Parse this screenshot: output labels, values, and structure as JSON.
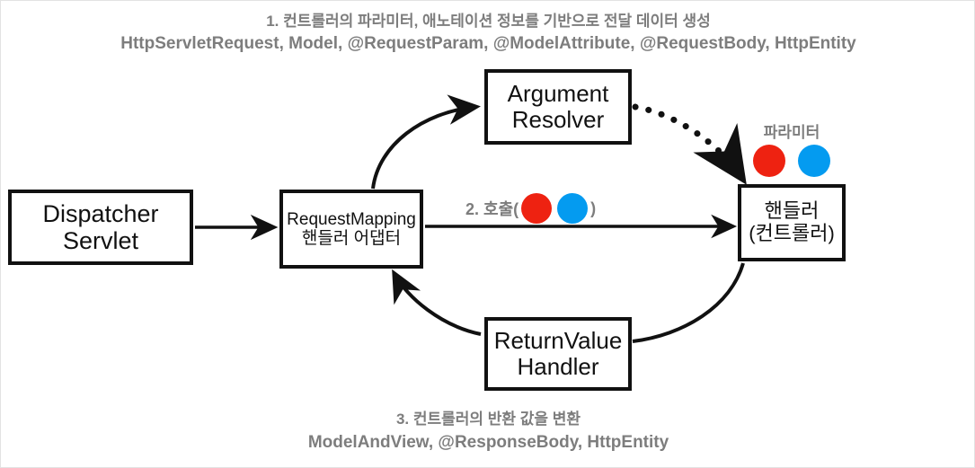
{
  "diagram": {
    "title_top_step": "1. 컨트롤러의 파라미터, 애노테이션 정보를 기반으로 전달 데이터 생성",
    "title_top_types": "HttpServletRequest, Model, @RequestParam, @ModelAttribute, @RequestBody, HttpEntity",
    "title_bottom_step": "3. 컨트롤러의 반환 값을 변환",
    "title_bottom_types": "ModelAndView, @ResponseBody, HttpEntity",
    "parameter_label": "파라미터",
    "call_label_prefix": "2. 호출(",
    "call_label_suffix": ")"
  },
  "nodes": {
    "dispatcher": {
      "line1": "Dispatcher",
      "line2": "Servlet"
    },
    "request_mapping": {
      "line1": "RequestMapping",
      "line2": "핸들러 어댑터"
    },
    "argument_resolver": {
      "line1": "Argument",
      "line2": "Resolver"
    },
    "return_value_handler": {
      "line1": "ReturnValue",
      "line2": "Handler"
    },
    "handler": {
      "line1": "핸들러",
      "line2": "(컨트롤러)"
    }
  },
  "colors": {
    "dot_red": "#ee2211",
    "dot_blue": "#049bf0",
    "stroke": "#111111",
    "annotation_text": "#7d7d7d",
    "canvas_border": "#e3e3e3"
  },
  "chart_data": {
    "type": "diagram",
    "title": "Spring MVC HandlerAdapter flow",
    "nodes": [
      {
        "id": "dispatcher",
        "label": "Dispatcher Servlet"
      },
      {
        "id": "request_mapping",
        "label": "RequestMapping 핸들러 어댑터"
      },
      {
        "id": "argument_resolver",
        "label": "Argument Resolver"
      },
      {
        "id": "return_value_handler",
        "label": "ReturnValue Handler"
      },
      {
        "id": "handler",
        "label": "핸들러 (컨트롤러)"
      }
    ],
    "edges": [
      {
        "from": "dispatcher",
        "to": "request_mapping",
        "style": "solid",
        "label": ""
      },
      {
        "from": "request_mapping",
        "to": "argument_resolver",
        "style": "solid-curve",
        "label": "1"
      },
      {
        "from": "argument_resolver",
        "to": "handler",
        "style": "dotted-curve",
        "label": "파라미터"
      },
      {
        "from": "request_mapping",
        "to": "handler",
        "style": "solid",
        "label": "2. 호출()"
      },
      {
        "from": "handler",
        "to": "return_value_handler",
        "style": "solid-curve",
        "label": "3"
      },
      {
        "from": "return_value_handler",
        "to": "request_mapping",
        "style": "solid-curve",
        "label": ""
      }
    ]
  }
}
